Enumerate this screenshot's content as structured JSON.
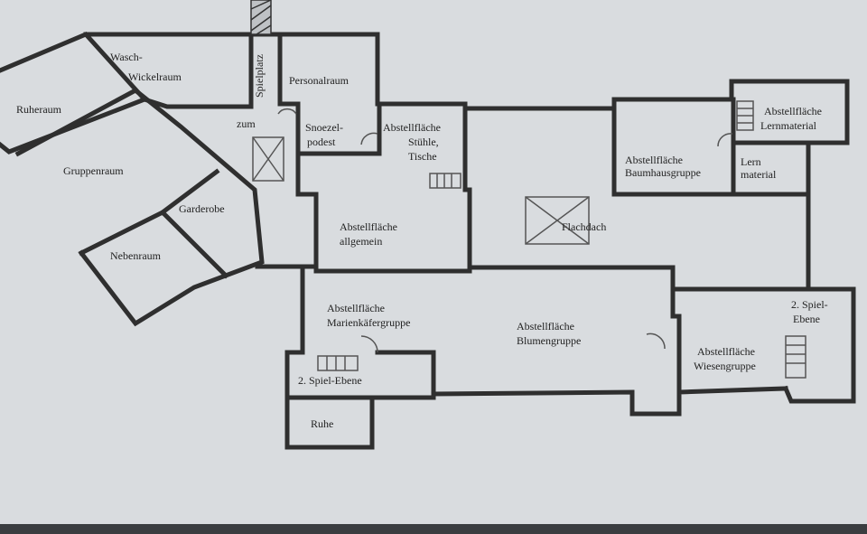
{
  "colors": {
    "background": "#d9dcdf",
    "wall": "#2f2f2f",
    "thin_line": "#555555",
    "bottom_bar": "#3a3d40"
  },
  "rooms": {
    "ruheraum": "Ruheraum",
    "wasch": "Wasch-",
    "wickelraum": "Wickelraum",
    "spielplatz": "Spielplatz",
    "zum": "zum",
    "personalraum": "Personalraum",
    "snoezel": "Snoezel-",
    "podest": "podest",
    "abst_stuehle_1": "Abstellfläche",
    "abst_stuehle_2": "Stühle,",
    "abst_stuehle_3": "Tische",
    "gruppenraum": "Gruppenraum",
    "garderobe": "Garderobe",
    "nebenraum": "Nebenraum",
    "abst_allg_1": "Abstellfläche",
    "abst_allg_2": "allgemein",
    "flachdach": "Flachdach",
    "abst_baum_1": "Abstellfläche",
    "abst_baum_2": "Baumhausgruppe",
    "abst_lern_1": "Abstellfläche",
    "abst_lern_2": "Lernmaterial",
    "lern_1": "Lern",
    "lern_2": "material",
    "abst_marien_1": "Abstellfläche",
    "abst_marien_2": "Marienkäfergruppe",
    "abst_blumen_1": "Abstellfläche",
    "abst_blumen_2": "Blumengruppe",
    "abst_wiesen_1": "Abstellfläche",
    "abst_wiesen_2": "Wiesengruppe",
    "spiel_ebene_left": "2. Spiel-Ebene",
    "ruhe": "Ruhe",
    "spiel_ebene_right_1": "2. Spiel-",
    "spiel_ebene_right_2": "Ebene"
  }
}
